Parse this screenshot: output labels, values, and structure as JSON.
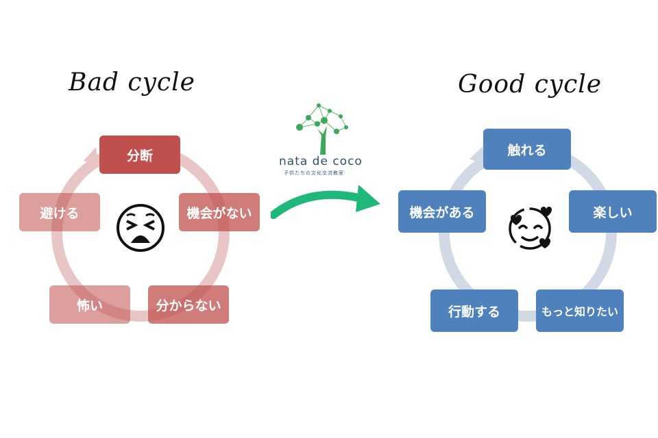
{
  "bad_cycle": {
    "title": "Bad cycle",
    "steps": [
      "分断",
      "機会がない",
      "分からない",
      "怖い",
      "避ける"
    ],
    "face_icon": "tired-face-icon",
    "color": "#c0504d"
  },
  "good_cycle": {
    "title": "Good cycle",
    "steps": [
      "触れる",
      "楽しい",
      "もっと知りたい",
      "行動する",
      "機会がある"
    ],
    "face_icon": "smiling-face-with-hearts-icon",
    "color": "#4f81bd"
  },
  "logo": {
    "name": "nata de coco",
    "subtitle": "子供たちの文化交流教室",
    "icon": "tree-network-icon",
    "color": "#2eaf6b"
  },
  "transition_arrow": {
    "icon": "curved-arrow-right-icon",
    "color": "#1fb87a"
  }
}
